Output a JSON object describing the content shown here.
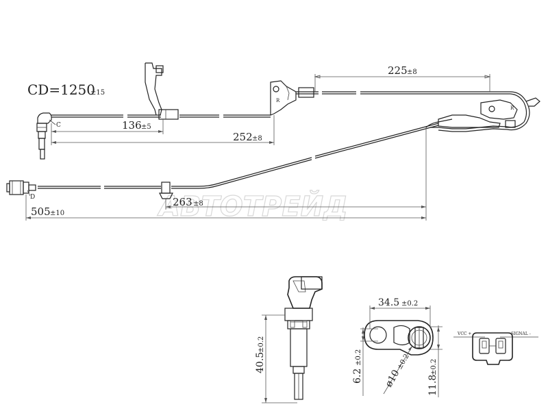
{
  "cable_length": {
    "value": "CD=1250",
    "tol": "±15"
  },
  "dims": {
    "d225": {
      "value": "225",
      "tol": "±8"
    },
    "d136": {
      "value": "136",
      "tol": "±5"
    },
    "d252": {
      "value": "252",
      "tol": "±8"
    },
    "d263": {
      "value": "263",
      "tol": "±8"
    },
    "d505": {
      "value": "505",
      "tol": "±10"
    },
    "d40_5": {
      "value": "40.5",
      "tol": "±0.2"
    },
    "d34_5": {
      "value": "34.5",
      "tol": "±0.2"
    },
    "d6_2": {
      "value": "6.2",
      "tol": "±0.2"
    },
    "d10": {
      "value": "ø10",
      "tol": "±0.2"
    },
    "d11_8": {
      "value": "11.8",
      "tol": "±0.2"
    }
  },
  "points": {
    "c": "C",
    "d": "D",
    "r1": "R",
    "r2": "R"
  },
  "pinout": {
    "vcc": "VCC +",
    "signal": "SIGNAL -"
  },
  "watermark": "АВТОТРЕЙД"
}
